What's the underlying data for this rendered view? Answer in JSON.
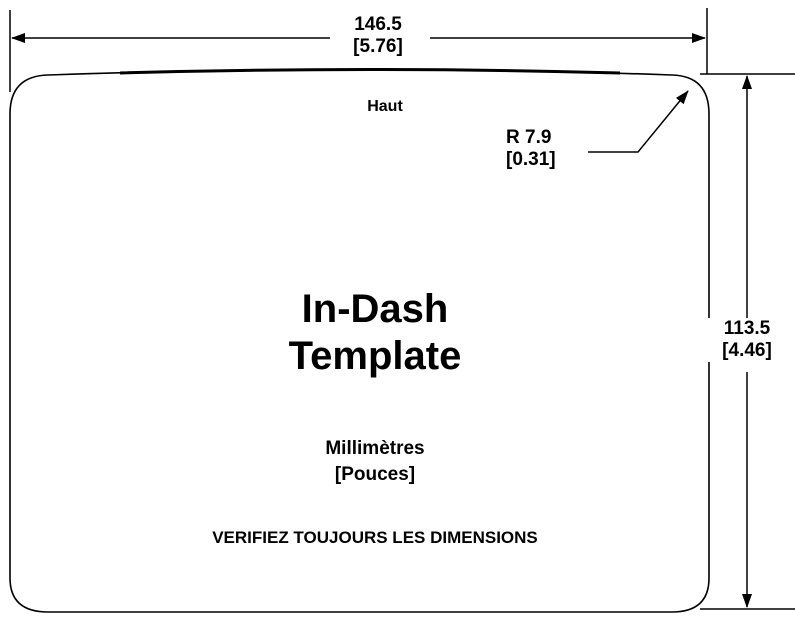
{
  "dimensions": {
    "width": {
      "mm": "146.5",
      "inches": "[5.76]"
    },
    "height": {
      "mm": "113.5",
      "inches": "[4.46]"
    },
    "corner_radius": {
      "mm": "R 7.9",
      "inches": "[0.31]"
    }
  },
  "labels": {
    "top": "Haut",
    "title_line1": "In-Dash",
    "title_line2": "Template",
    "units_primary": "Millimètres",
    "units_secondary": "[Pouces]",
    "warning": "VERIFIEZ TOUJOURS LES DIMENSIONS"
  }
}
